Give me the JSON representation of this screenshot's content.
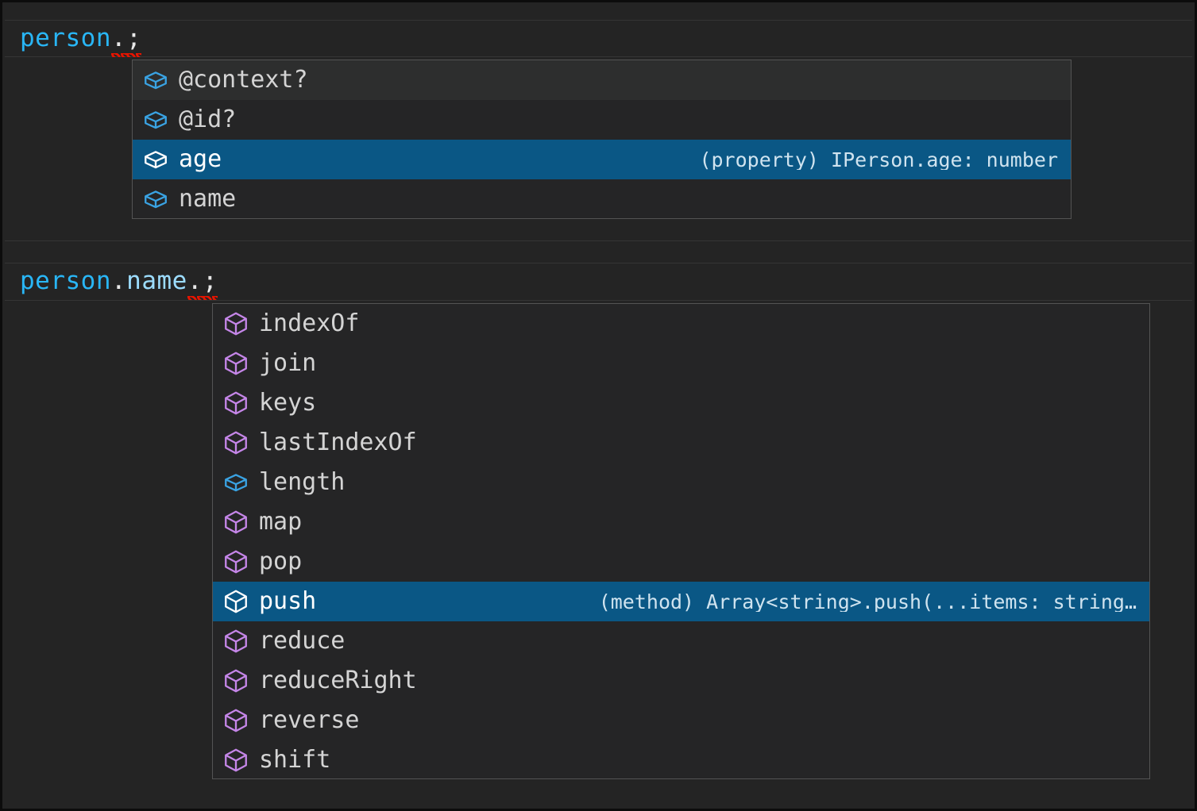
{
  "editor": {
    "background_color": "#242424",
    "accent_selection_color": "#0a5785",
    "error_squiggle_color": "#e51400"
  },
  "code_lines": [
    {
      "id": "line-1",
      "text": "person.;",
      "tokens": [
        {
          "text": "person",
          "kind": "identifier",
          "color": "#29b6f6"
        },
        {
          "text": ".",
          "kind": "punctuation",
          "color": "#e8e8e8",
          "error": true
        },
        {
          "text": ";",
          "kind": "punctuation",
          "color": "#e8e8e8",
          "error": true
        }
      ]
    },
    {
      "id": "line-2",
      "text": "person.name.;",
      "tokens": [
        {
          "text": "person",
          "kind": "identifier",
          "color": "#29b6f6"
        },
        {
          "text": ".",
          "kind": "punctuation",
          "color": "#e8e8e8"
        },
        {
          "text": "name",
          "kind": "property",
          "color": "#9cdcfe"
        },
        {
          "text": ".",
          "kind": "punctuation",
          "color": "#e8e8e8",
          "error": true
        },
        {
          "text": ";",
          "kind": "punctuation",
          "color": "#e8e8e8",
          "error": true
        }
      ]
    }
  ],
  "suggest_properties": {
    "name": "person-member-suggestions",
    "items": [
      {
        "label": "@context?",
        "icon": "property-cube-icon",
        "icon_color": "#3aa3e3",
        "detail": "",
        "state": "hover"
      },
      {
        "label": "@id?",
        "icon": "property-cube-icon",
        "icon_color": "#3aa3e3",
        "detail": "",
        "state": "normal"
      },
      {
        "label": "age",
        "icon": "property-cube-icon",
        "icon_color": "#ffffff",
        "detail": "(property) IPerson.age: number",
        "state": "selected"
      },
      {
        "label": "name",
        "icon": "property-cube-icon",
        "icon_color": "#3aa3e3",
        "detail": "",
        "state": "normal"
      }
    ]
  },
  "suggest_array_members": {
    "name": "string-array-member-suggestions",
    "items": [
      {
        "label": "indexOf",
        "icon": "method-cube-icon",
        "icon_color": "#c586e8",
        "detail": "",
        "state": "normal"
      },
      {
        "label": "join",
        "icon": "method-cube-icon",
        "icon_color": "#c586e8",
        "detail": "",
        "state": "normal"
      },
      {
        "label": "keys",
        "icon": "method-cube-icon",
        "icon_color": "#c586e8",
        "detail": "",
        "state": "normal"
      },
      {
        "label": "lastIndexOf",
        "icon": "method-cube-icon",
        "icon_color": "#c586e8",
        "detail": "",
        "state": "normal"
      },
      {
        "label": "length",
        "icon": "property-cube-icon",
        "icon_color": "#3aa3e3",
        "detail": "",
        "state": "normal"
      },
      {
        "label": "map",
        "icon": "method-cube-icon",
        "icon_color": "#c586e8",
        "detail": "",
        "state": "normal"
      },
      {
        "label": "pop",
        "icon": "method-cube-icon",
        "icon_color": "#c586e8",
        "detail": "",
        "state": "normal"
      },
      {
        "label": "push",
        "icon": "method-cube-icon",
        "icon_color": "#ffffff",
        "detail": "(method) Array<string>.push(...items: string…",
        "state": "selected"
      },
      {
        "label": "reduce",
        "icon": "method-cube-icon",
        "icon_color": "#c586e8",
        "detail": "",
        "state": "normal"
      },
      {
        "label": "reduceRight",
        "icon": "method-cube-icon",
        "icon_color": "#c586e8",
        "detail": "",
        "state": "normal"
      },
      {
        "label": "reverse",
        "icon": "method-cube-icon",
        "icon_color": "#c586e8",
        "detail": "",
        "state": "normal"
      },
      {
        "label": "shift",
        "icon": "method-cube-icon",
        "icon_color": "#c586e8",
        "detail": "",
        "state": "normal"
      }
    ]
  }
}
